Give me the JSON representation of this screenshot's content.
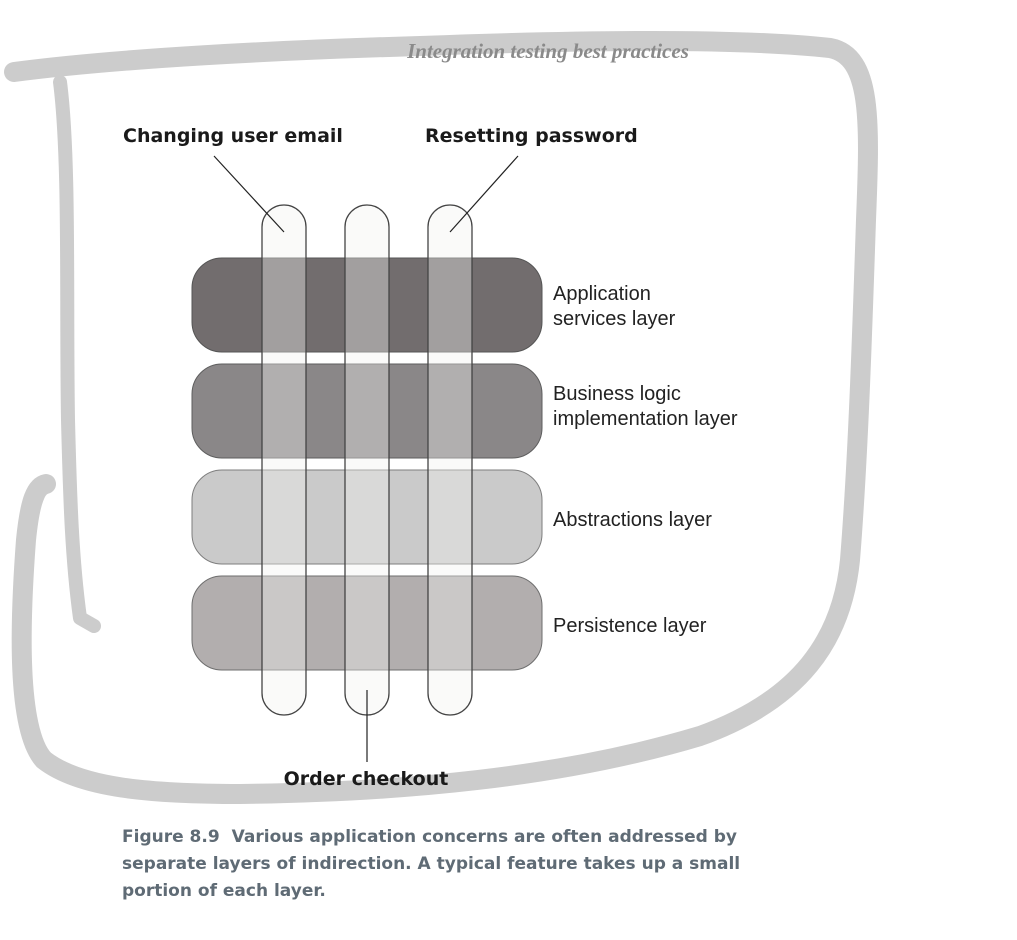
{
  "header": {
    "title": "Integration testing best practices"
  },
  "features": [
    {
      "label": "Changing user email"
    },
    {
      "label": "Order checkout"
    },
    {
      "label": "Resetting password"
    }
  ],
  "layers": [
    {
      "label_line1": "Application",
      "label_line2": "services layer",
      "color": "#726d6e"
    },
    {
      "label_line1": "Business logic",
      "label_line2": "implementation layer",
      "color": "#8a8788"
    },
    {
      "label_line1": "Abstractions layer",
      "label_line2": "",
      "color": "#cacaca"
    },
    {
      "label_line1": "Persistence layer",
      "label_line2": "",
      "color": "#b2aeae"
    }
  ],
  "colors": {
    "frame_scribble": "#cccccc",
    "feature_column": "#f0f0ee"
  },
  "caption": {
    "figure_number": "Figure 8.9",
    "text": "Various application concerns are often addressed by separate layers of indirection. A typical feature takes up a small portion of each layer."
  }
}
